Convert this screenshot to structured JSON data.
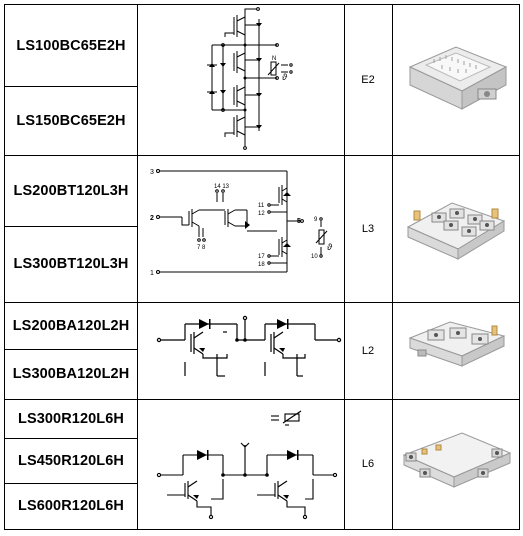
{
  "groups": [
    {
      "code": "E2",
      "models": [
        "LS100BC65E2H",
        "LS150BC65E2H"
      ]
    },
    {
      "code": "L3",
      "models": [
        "LS200BT120L3H",
        "LS300BT120L3H"
      ],
      "pins": {
        "p3": "3",
        "p2": "2",
        "p1": "1",
        "p5": "5",
        "p14_13": "14 13",
        "p7_8": "7  8",
        "p11": "11",
        "p12": "12",
        "p17": "17",
        "p18": "18",
        "p9": "9",
        "p10": "10"
      }
    },
    {
      "code": "L2",
      "models": [
        "LS200BA120L2H",
        "LS300BA120L2H"
      ]
    },
    {
      "code": "L6",
      "models": [
        "LS300R120L6H",
        "LS450R120L6H",
        "LS600R120L6H"
      ]
    }
  ]
}
